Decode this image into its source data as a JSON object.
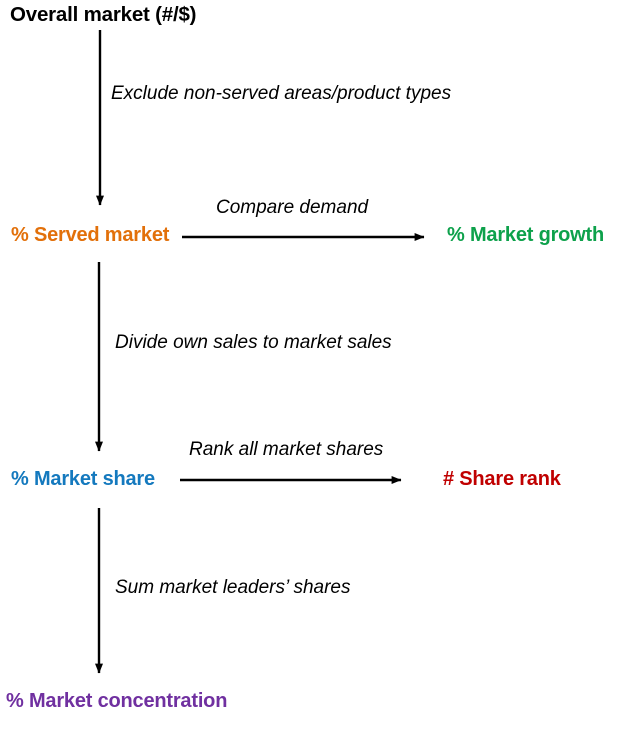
{
  "diagram": {
    "title_text": "Overall market  (#/$)",
    "nodes": [
      {
        "id": "overall-market",
        "label": "Overall market  (#/$)",
        "color": "#000000"
      },
      {
        "id": "served-market",
        "label": "% Served market",
        "color": "#E2700A"
      },
      {
        "id": "market-growth",
        "label": "% Market growth",
        "color": "#0DA14B"
      },
      {
        "id": "market-share",
        "label": "% Market share",
        "color": "#1479BE"
      },
      {
        "id": "share-rank",
        "label": "# Share rank",
        "color": "#C00000"
      },
      {
        "id": "market-concentration",
        "label": "% Market concentration",
        "color": "#7030A0"
      }
    ],
    "edges": [
      {
        "id": "exclude",
        "label": "Exclude non-served areas/product types",
        "from": "overall-market",
        "to": "served-market",
        "direction": "down"
      },
      {
        "id": "compare",
        "label": "Compare demand",
        "from": "served-market",
        "to": "market-growth",
        "direction": "right"
      },
      {
        "id": "divide",
        "label": "Divide own sales to market sales",
        "from": "served-market",
        "to": "market-share",
        "direction": "down"
      },
      {
        "id": "rank",
        "label": "Rank all market shares",
        "from": "market-share",
        "to": "share-rank",
        "direction": "right"
      },
      {
        "id": "sum",
        "label": "Sum market leaders’ shares",
        "from": "market-share",
        "to": "market-concentration",
        "direction": "down"
      }
    ],
    "arrow_color": "#000000",
    "background_color": "#FFFFFF"
  }
}
